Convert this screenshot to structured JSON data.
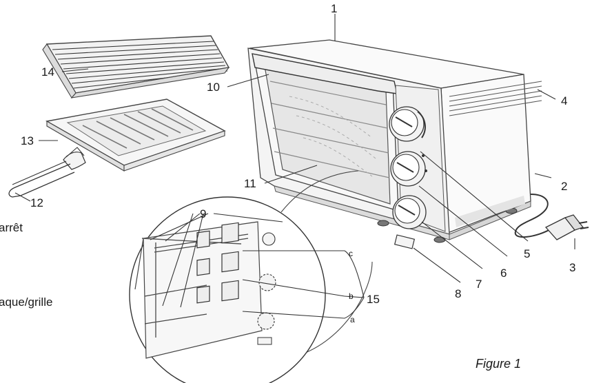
{
  "figure": {
    "caption": "Figure 1",
    "cutoff_text": [
      "arrêt",
      "aque/grille"
    ]
  },
  "callouts": {
    "n1": "1",
    "n2": "2",
    "n3": "3",
    "n4": "4",
    "n5": "5",
    "n6": "6",
    "n7": "7",
    "n8": "8",
    "n9": "9",
    "n10": "10",
    "n11": "11",
    "n12": "12",
    "n13": "13",
    "n14": "14",
    "n15": "15"
  },
  "rack_positions": {
    "a": "a",
    "b": "b",
    "c": "c"
  }
}
